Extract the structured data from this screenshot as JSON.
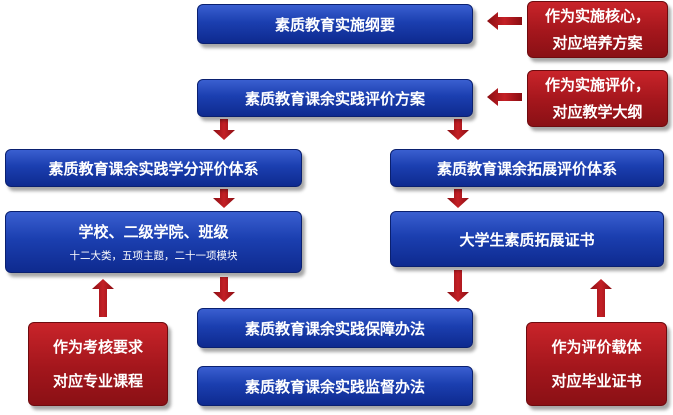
{
  "boxes": {
    "outline": "素质教育实施纲要",
    "eval_plan": "素质教育课余实践评价方案",
    "credit_system": "素质教育课余实践学分评价体系",
    "ext_system": "素质教育课余拓展评价体系",
    "school_main": "学校、二级学院、班级",
    "school_sub": "十二大类，五项主题，二十一项模块",
    "certificate": "大学生素质拓展证书",
    "guarantee": "素质教育课余实践保障办法",
    "supervision": "素质教育课余实践监督办法"
  },
  "notes": {
    "core_line1": "作为实施核心，",
    "core_line2": "对应培养方案",
    "eval_line1": "作为实施评价，",
    "eval_line2": "对应教学大纲",
    "assess_line1": "作为考核要求",
    "assess_line2": "对应专业课程",
    "carrier_line1": "作为评价载体",
    "carrier_line2": "对应毕业证书"
  },
  "colors": {
    "blue": "#1b3fb0",
    "red": "#a3161c",
    "arrow": "#b5141c"
  }
}
